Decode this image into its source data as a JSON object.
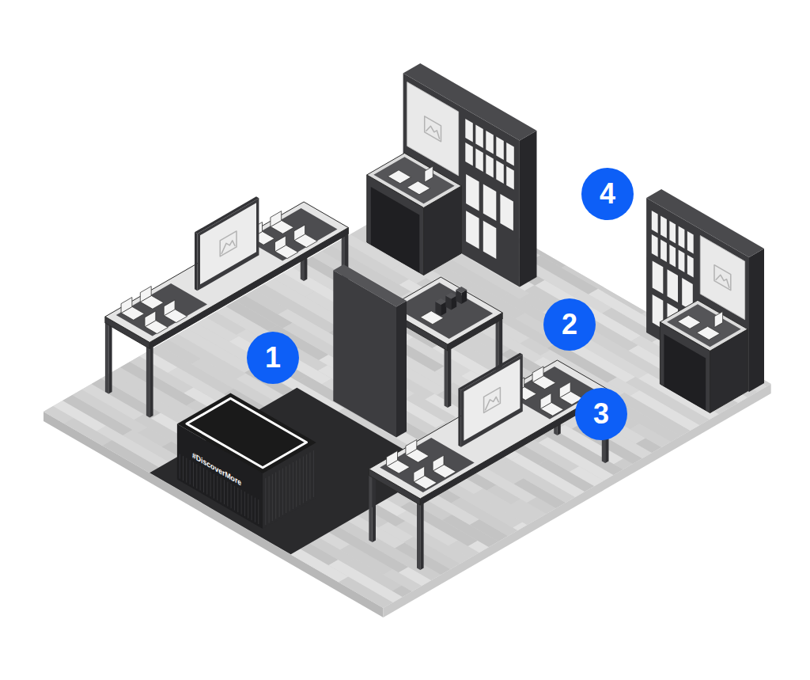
{
  "diagram": {
    "nodes": [
      {
        "text": [
          "1"
        ]
      },
      {
        "text": [
          "2"
        ]
      },
      {
        "text": [
          "3"
        ]
      },
      {
        "text": [
          "4"
        ]
      }
    ],
    "labels": [
      "#DiscoverMore"
    ]
  }
}
